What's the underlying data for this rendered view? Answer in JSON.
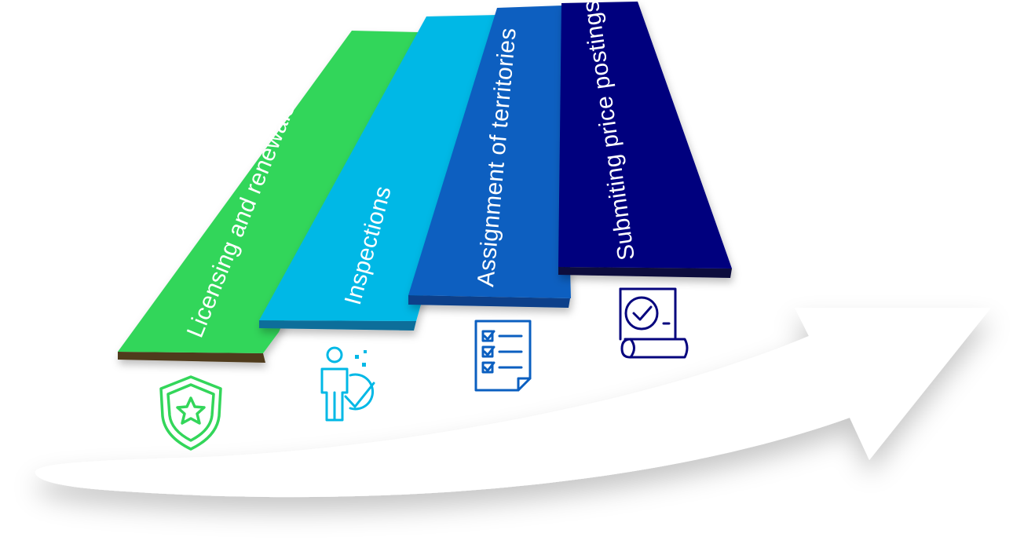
{
  "steps": [
    {
      "id": "licensing",
      "label": "Licensing and renewals",
      "icon": "shield-star-icon",
      "color": "#33d65a",
      "edge": "#4f3a1c"
    },
    {
      "id": "inspections",
      "label": "Inspections",
      "icon": "inspector-check-icon",
      "color": "#00b8e6",
      "edge": "#0b6e9a"
    },
    {
      "id": "territories",
      "label": "Assignment of territories",
      "icon": "checklist-document-icon",
      "color": "#0b5fc0",
      "edge": "#08408a"
    },
    {
      "id": "price",
      "label": "Submiting price postings",
      "icon": "approved-scroll-icon",
      "color": "#06057e",
      "edge": "#0a0a3c"
    }
  ]
}
